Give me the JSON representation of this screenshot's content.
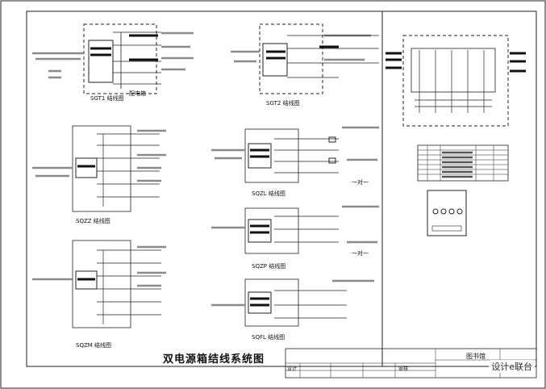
{
  "title": "双电源箱结线系统图",
  "watermark": "设计e联台",
  "panels": [
    {
      "id": "p1",
      "code": "SGT1",
      "caption": "结线图"
    },
    {
      "id": "p2",
      "code": "SGT2",
      "caption": "结线图"
    },
    {
      "id": "p3",
      "code": "SQZZ",
      "caption": "结线图"
    },
    {
      "id": "p4",
      "code": "SQZL",
      "caption": "结线图"
    },
    {
      "id": "p5",
      "code": "SQZP",
      "caption": "结线图"
    },
    {
      "id": "p6",
      "code": "SQZM",
      "caption": "结线图"
    },
    {
      "id": "p7",
      "code": "SQFL",
      "caption": "结线图"
    }
  ],
  "labels": {
    "bus1": "配电箱",
    "one_to_one_a": "一对一",
    "one_to_one_b": "一对一"
  },
  "title_block": {
    "sheet": "图书馆",
    "design": "设计",
    "check": "审核"
  },
  "colors": {
    "line": "#222222",
    "gray": "#9a9a9a",
    "dark": "#111111"
  }
}
